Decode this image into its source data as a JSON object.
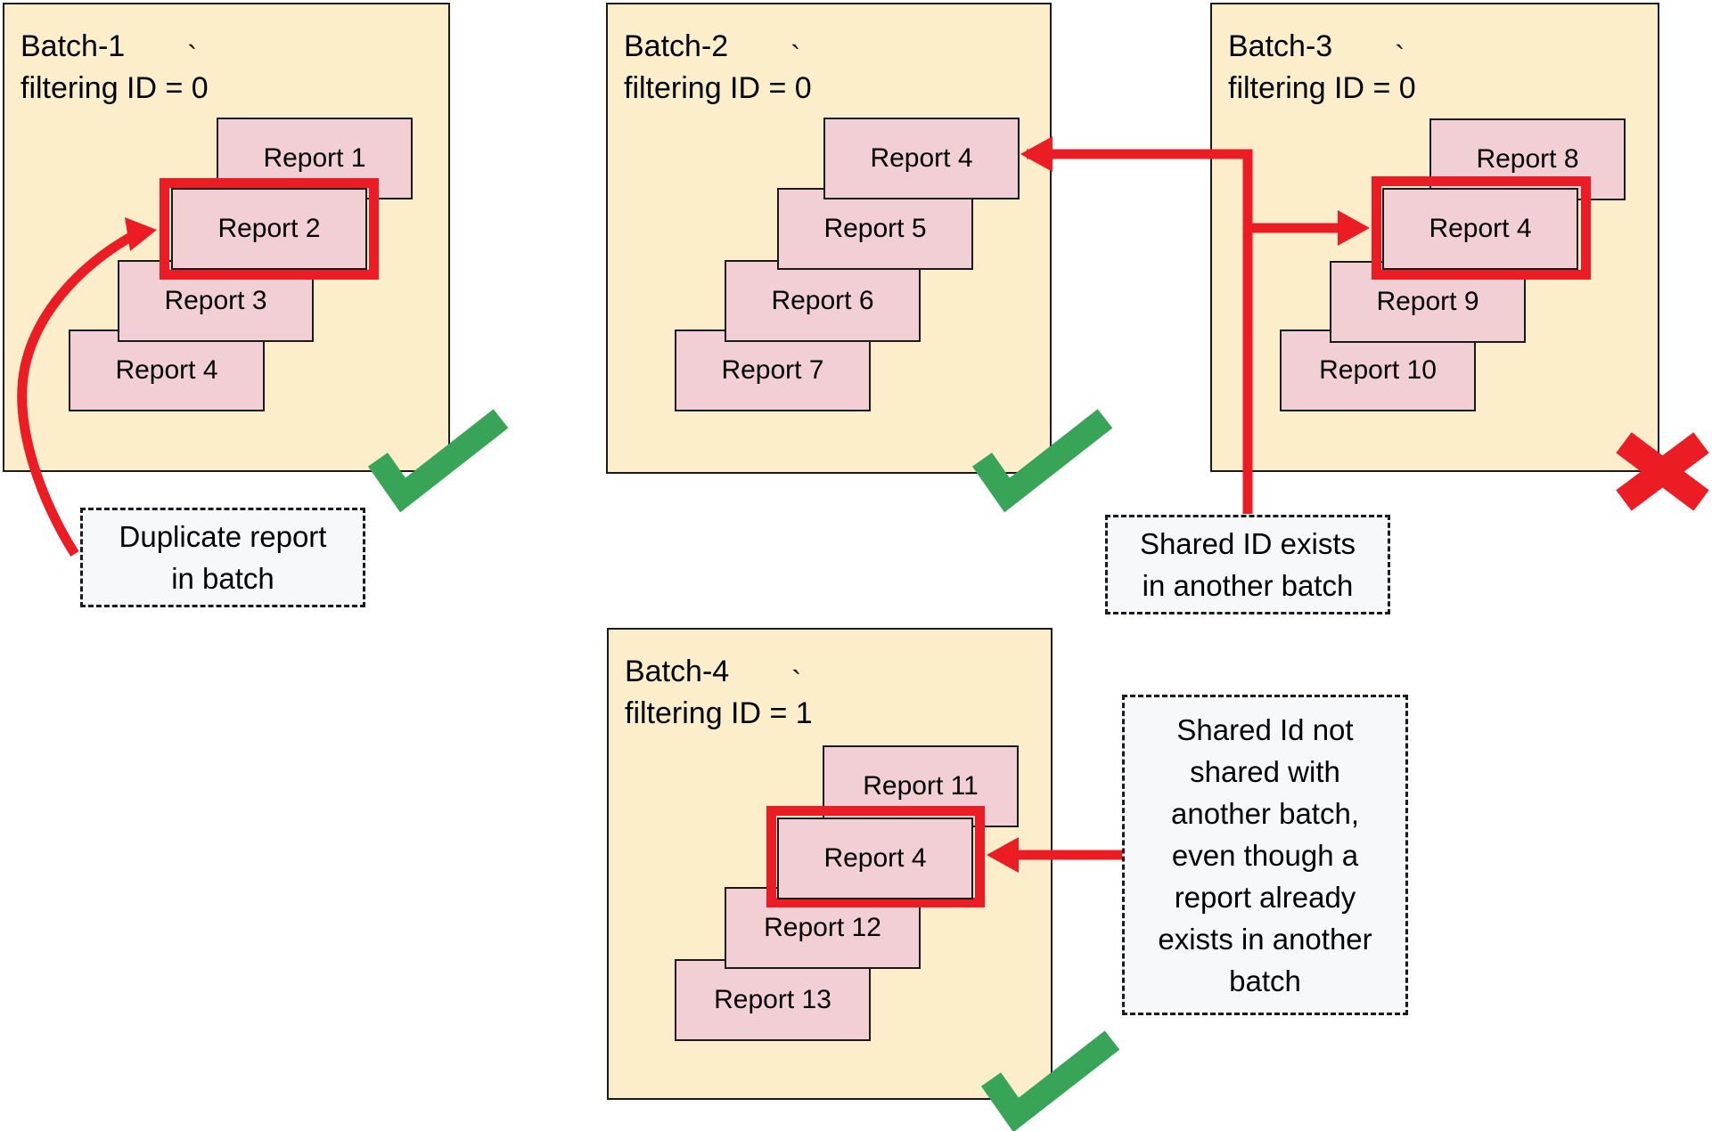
{
  "colors": {
    "batch_fill": "#FCEECB",
    "batch_border": "#1A1A1A",
    "report_fill": "#F2CED5",
    "report_border": "#1A1A1A",
    "accent_red": "#EC1C24",
    "check_green": "#37A457",
    "annotation_fill": "#F7F8FA"
  },
  "batches": [
    {
      "name": "Batch-1",
      "subtitle": "filtering ID = 0",
      "accent_mark": "`",
      "reports": [
        "Report 1",
        "Report 2",
        "Report 3",
        "Report 4"
      ],
      "highlighted_report": "Report 2",
      "verdict": "pass"
    },
    {
      "name": "Batch-2",
      "subtitle": "filtering ID = 0",
      "accent_mark": "`",
      "reports": [
        "Report 4",
        "Report 5",
        "Report 6",
        "Report 7"
      ],
      "highlighted_report": "",
      "verdict": "pass"
    },
    {
      "name": "Batch-3",
      "subtitle": "filtering ID = 0",
      "accent_mark": "`",
      "reports": [
        "Report 8",
        "Report 4",
        "Report 9",
        "Report 10"
      ],
      "highlighted_report": "Report 4",
      "verdict": "fail"
    },
    {
      "name": "Batch-4",
      "subtitle": "filtering ID = 1",
      "accent_mark": "`",
      "reports": [
        "Report 11",
        "Report 4",
        "Report 12",
        "Report 13"
      ],
      "highlighted_report": "Report 4",
      "verdict": "pass"
    }
  ],
  "annotations": [
    {
      "id": "duplicate-report",
      "text": "Duplicate report\nin batch"
    },
    {
      "id": "shared-id-exists",
      "text": "Shared ID exists\nin another batch"
    },
    {
      "id": "shared-id-not-shared",
      "text": "Shared Id not\nshared with\nanother batch,\neven though a\nreport already\nexists in another\nbatch"
    }
  ]
}
